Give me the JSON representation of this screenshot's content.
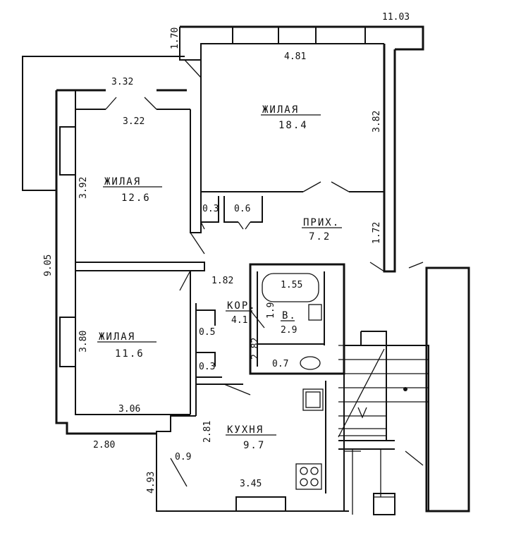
{
  "plan": {
    "rooms": {
      "living1": {
        "name": "ЖИЛАЯ",
        "area": "18.4"
      },
      "living2": {
        "name": "ЖИЛАЯ",
        "area": "12.6"
      },
      "living3": {
        "name": "ЖИЛАЯ",
        "area": "11.6"
      },
      "hall": {
        "name": "ПРИХ.",
        "area": "7.2"
      },
      "corridor": {
        "name": "КОР.",
        "area": "4.1"
      },
      "bath": {
        "name": "В.",
        "area": "2.9"
      },
      "kitchen": {
        "name": "КУХНЯ",
        "area": "9.7"
      }
    },
    "closets": [
      "0.3",
      "0.6",
      "0.5",
      "0.3",
      "0.9",
      "0.7",
      "1.55"
    ],
    "dimensions": {
      "d_11_03": "11.03",
      "d_1_70": "1.70",
      "d_4_81": "4.81",
      "d_3_82": "3.82",
      "d_3_32": "3.32",
      "d_3_22": "3.22",
      "d_3_92": "3.92",
      "d_9_05": "9.05",
      "d_1_72": "1.72",
      "d_1_82": "1.82",
      "d_3_80": "3.80",
      "d_1_9": "1.9",
      "d_2_82": "2.82",
      "d_3_06": "3.06",
      "d_2_80": "2.80",
      "d_2_81": "2.81",
      "d_4_93": "4.93",
      "d_3_45": "3.45"
    }
  }
}
